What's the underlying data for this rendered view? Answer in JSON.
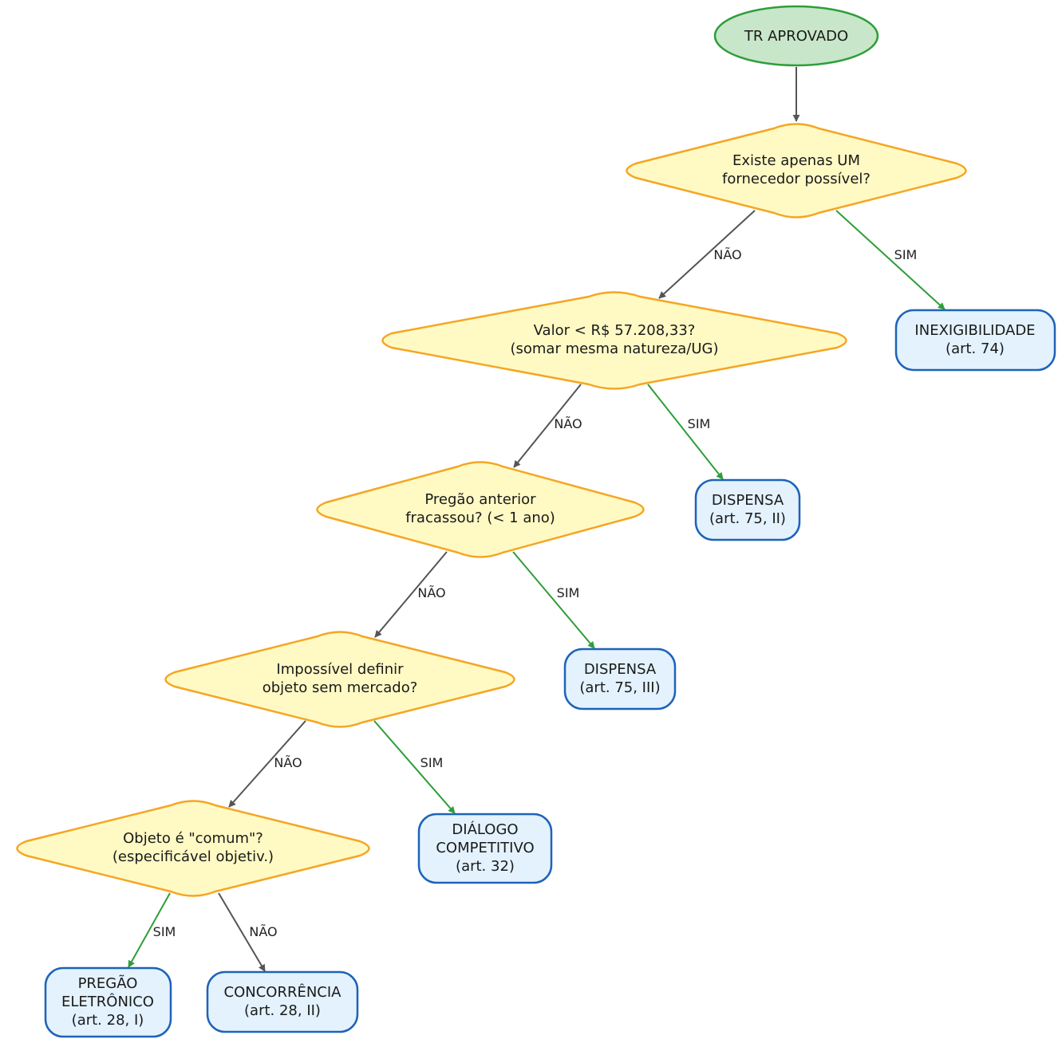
{
  "colors": {
    "start_fill": "#c8e6c9",
    "start_stroke": "#2e9e3a",
    "decision_fill": "#fff9c4",
    "decision_stroke": "#f5a623",
    "outcome_fill": "#e3f2fd",
    "outcome_stroke": "#1e63b8",
    "edge_no": "#555555",
    "edge_yes": "#2e9e3a"
  },
  "nodes": {
    "start": {
      "line1": "TR APROVADO"
    },
    "q1": {
      "line1": "Existe apenas UM",
      "line2": "fornecedor possível?"
    },
    "q2": {
      "line1": "Valor < R$ 57.208,33?",
      "line2": "(somar mesma natureza/UG)"
    },
    "q3": {
      "line1": "Pregão anterior",
      "line2": "fracassou? (< 1 ano)"
    },
    "q4": {
      "line1": "Impossível definir",
      "line2": "objeto sem mercado?"
    },
    "q5": {
      "line1": "Objeto é \"comum\"?",
      "line2": "(especificável objetiv.)"
    },
    "inexigibilidade": {
      "line1": "INEXIGIBILIDADE",
      "line2": "(art. 74)"
    },
    "dispensa_ii": {
      "line1": "DISPENSA",
      "line2": "(art. 75, II)"
    },
    "dispensa_iii": {
      "line1": "DISPENSA",
      "line2": "(art. 75, III)"
    },
    "dialogo": {
      "line1": "DIÁLOGO",
      "line2": "COMPETITIVO",
      "line3": "(art. 32)"
    },
    "pregao": {
      "line1": "PREGÃO",
      "line2": "ELETRÔNICO",
      "line3": "(art. 28, I)"
    },
    "concorrencia": {
      "line1": "CONCORRÊNCIA",
      "line2": "(art. 28, II)"
    }
  },
  "edges": {
    "q1_no": "NÃO",
    "q1_yes": "SIM",
    "q2_no": "NÃO",
    "q2_yes": "SIM",
    "q3_no": "NÃO",
    "q3_yes": "SIM",
    "q4_no": "NÃO",
    "q4_yes": "SIM",
    "q5_yes": "SIM",
    "q5_no": "NÃO"
  }
}
